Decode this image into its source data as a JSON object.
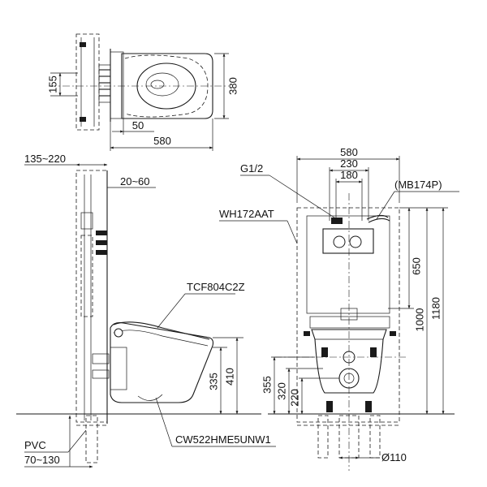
{
  "top_view": {
    "dim_width": "580",
    "dim_height": "380",
    "dim_155": "155",
    "dim_50": "50"
  },
  "side_view": {
    "dim_depth": "135~220",
    "dim_gap": "20~60",
    "seat_model": "TCF804C2Z",
    "dim_335": "335",
    "dim_410": "410",
    "bowl_model": "CW522HME5UNW1",
    "pipe_material": "PVC",
    "pipe_range": "70~130"
  },
  "front_view": {
    "dim_580": "580",
    "dim_230": "230",
    "dim_180": "180",
    "thread": "G1/2",
    "frame_model": "WH172AAT",
    "plate_model": "(MB174P)",
    "dim_650": "650",
    "dim_1000": "1000",
    "dim_1180": "1180",
    "dim_355": "355",
    "dim_320": "320",
    "dim_220": "220",
    "drain_dia": "Ø110"
  }
}
